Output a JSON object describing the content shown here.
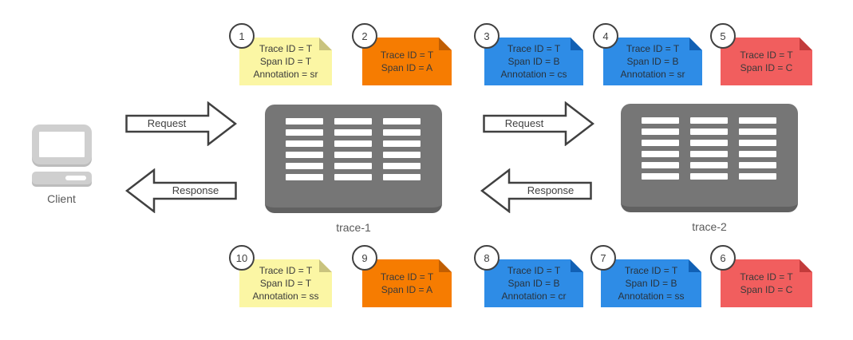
{
  "client": {
    "label": "Client"
  },
  "servers": [
    {
      "label": "trace-1"
    },
    {
      "label": "trace-2"
    }
  ],
  "arrows": [
    {
      "label": "Request",
      "direction": "right"
    },
    {
      "label": "Response",
      "direction": "left"
    },
    {
      "label": "Request",
      "direction": "right"
    },
    {
      "label": "Response",
      "direction": "left"
    }
  ],
  "notes": [
    {
      "number": "1",
      "color": "yellow",
      "lines": [
        "Trace ID = T",
        "Span ID = T",
        "Annotation = sr"
      ]
    },
    {
      "number": "2",
      "color": "orange",
      "lines": [
        "Trace ID = T",
        "Span ID = A"
      ]
    },
    {
      "number": "3",
      "color": "blue",
      "lines": [
        "Trace ID = T",
        "Span ID = B",
        "Annotation = cs"
      ]
    },
    {
      "number": "4",
      "color": "blue",
      "lines": [
        "Trace ID = T",
        "Span ID = B",
        "Annotation = sr"
      ]
    },
    {
      "number": "5",
      "color": "red",
      "lines": [
        "Trace ID = T",
        "Span ID = C"
      ]
    },
    {
      "number": "10",
      "color": "yellow",
      "lines": [
        "Trace ID = T",
        "Span ID = T",
        "Annotation = ss"
      ]
    },
    {
      "number": "9",
      "color": "orange",
      "lines": [
        "Trace ID = T",
        "Span ID = A"
      ]
    },
    {
      "number": "8",
      "color": "blue",
      "lines": [
        "Trace ID = T",
        "Span ID = B",
        "Annotation = cr"
      ]
    },
    {
      "number": "7",
      "color": "blue",
      "lines": [
        "Trace ID = T",
        "Span ID = B",
        "Annotation = ss"
      ]
    },
    {
      "number": "6",
      "color": "red",
      "lines": [
        "Trace ID = T",
        "Span ID = C"
      ]
    }
  ],
  "colors": {
    "note_yellow": "#FBF6A4",
    "note_yellow_fold": "#C9C37E",
    "note_orange": "#F67C01",
    "note_orange_fold": "#C05E03",
    "note_blue": "#2E8CE6",
    "note_blue_fold": "#1160B4",
    "note_red": "#F15E5E",
    "note_red_fold": "#C23B3B",
    "server_gray": "#767676",
    "outline": "#404040",
    "label_gray": "#595959"
  }
}
